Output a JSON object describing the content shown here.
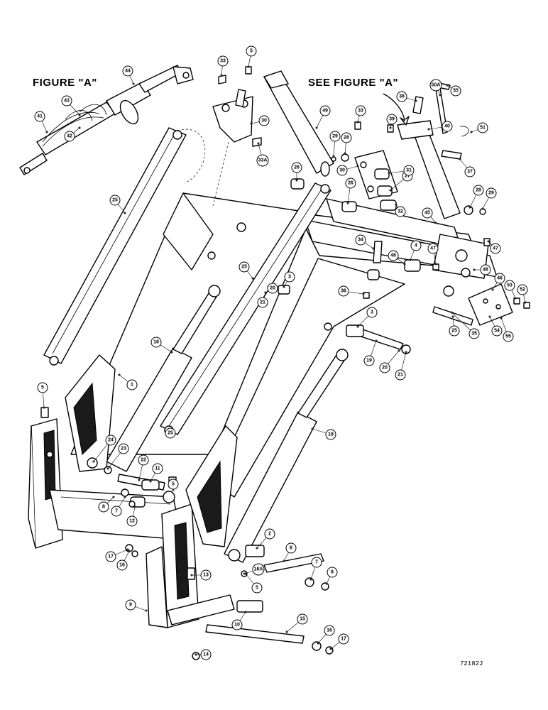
{
  "figure_a_title": "FIGURE \"A\"",
  "see_figure_a": "SEE FIGURE \"A\"",
  "drawing_number": "72182J",
  "callout_labels": [
    "1",
    "2",
    "3",
    "4",
    "5",
    "6",
    "7",
    "8",
    "9",
    "10",
    "11",
    "12",
    "13",
    "14",
    "15",
    "16",
    "16A",
    "17",
    "18",
    "19",
    "20",
    "21",
    "22",
    "23",
    "24",
    "25",
    "26",
    "27",
    "28",
    "29",
    "30",
    "31",
    "32",
    "33",
    "33A",
    "34",
    "35",
    "36",
    "37",
    "38",
    "39",
    "40",
    "41",
    "42",
    "43",
    "44",
    "45",
    "46",
    "47",
    "48",
    "49",
    "50A",
    "51",
    "52",
    "53",
    "54",
    "55"
  ]
}
